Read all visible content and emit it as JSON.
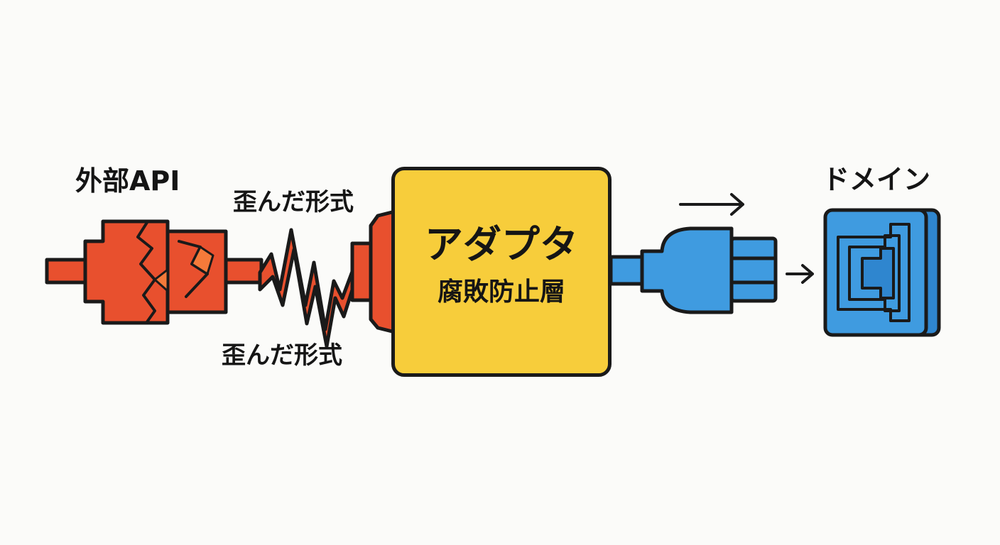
{
  "diagram": {
    "source_label": "外部API",
    "distorted_label_top": "歪んだ形式",
    "distorted_label_bottom": "歪んだ形式",
    "adapter_title": "アダプタ",
    "adapter_subtitle": "腐敗防止層",
    "target_label": "ドメイン"
  },
  "icons": {
    "source": "broken-plug-icon",
    "signal": "zigzag-signal-icon",
    "output_plug": "plug-icon",
    "target": "socket-icon",
    "arrows": "arrow-right-icon"
  },
  "colors": {
    "source": "#e8502e",
    "adapter": "#f7cd3b",
    "domain": "#3f9be0",
    "outline": "#1a1a1a"
  }
}
